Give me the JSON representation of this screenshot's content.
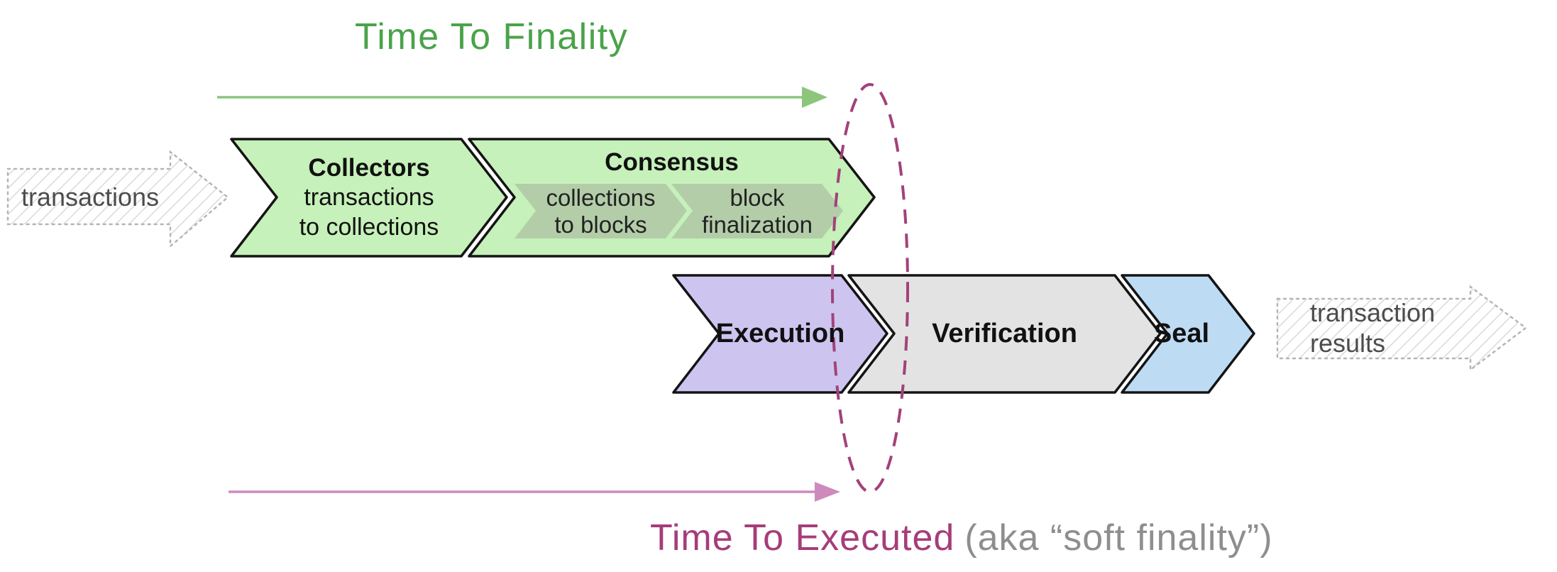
{
  "titles": {
    "top": "Time To Finality",
    "bottom_main": "Time To Executed",
    "bottom_suffix": "(aka “soft finality”)"
  },
  "io": {
    "input": "transactions",
    "output_line1": "transaction",
    "output_line2": "results"
  },
  "stages": {
    "collectors": {
      "title": "Collectors",
      "line1": "transactions",
      "line2": "to collections"
    },
    "consensus": {
      "title": "Consensus"
    },
    "consensus_sub1": {
      "line1": "collections",
      "line2": "to blocks"
    },
    "consensus_sub2": {
      "line1": "block",
      "line2": "finalization"
    },
    "execution": {
      "title": "Execution"
    },
    "verification": {
      "title": "Verification"
    },
    "seal": {
      "title": "Seal"
    }
  },
  "colors": {
    "title_green": "#4aa34a",
    "arrow_green": "#8cc57b",
    "stage_green_fill": "#c6f1ba",
    "consensus_sub_fill": "#b3cda9",
    "execution_fill": "#cdc5f0",
    "verification_fill": "#e3e3e3",
    "seal_fill": "#bedbf4",
    "title_magenta": "#a63d7a",
    "arrow_pink": "#cd8bbd",
    "ellipse_magenta": "#a3417a"
  }
}
